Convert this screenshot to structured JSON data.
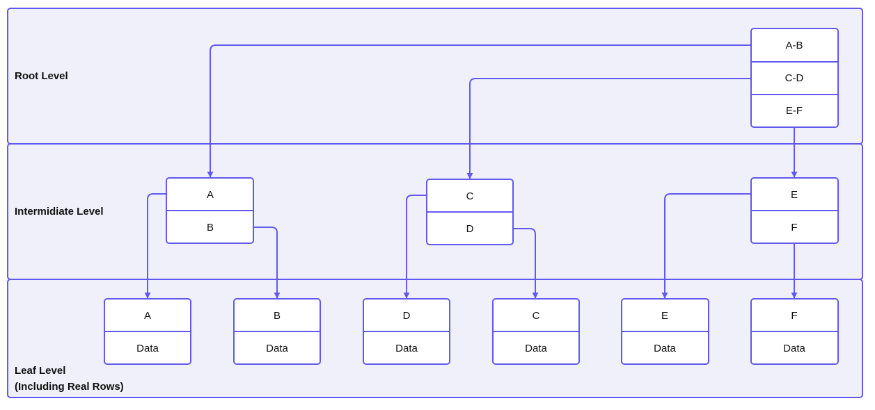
{
  "colors": {
    "accent": "#6259F0",
    "lane_fill": "#F0F0FB",
    "node_fill": "#FFFFFF",
    "text": "#111111"
  },
  "lanes": [
    {
      "label_lines": [
        "Root Level"
      ]
    },
    {
      "label_lines": [
        "Intermidiate Level"
      ]
    },
    {
      "label_lines": [
        "Leaf Level",
        "(Including Real Rows)"
      ]
    }
  ],
  "nodes": {
    "root": [
      "A-B",
      "C-D",
      "E-F"
    ],
    "inter_ab": [
      "A",
      "B"
    ],
    "inter_cd": [
      "C",
      "D"
    ],
    "inter_ef": [
      "E",
      "F"
    ],
    "leaf_a": [
      "A",
      "Data"
    ],
    "leaf_b": [
      "B",
      "Data"
    ],
    "leaf_d": [
      "D",
      "Data"
    ],
    "leaf_c": [
      "C",
      "Data"
    ],
    "leaf_e": [
      "E",
      "Data"
    ],
    "leaf_f": [
      "F",
      "Data"
    ]
  },
  "edges": [
    {
      "from": "root.A-B",
      "to": "inter_ab"
    },
    {
      "from": "root.C-D",
      "to": "inter_cd"
    },
    {
      "from": "root.E-F",
      "to": "inter_ef"
    },
    {
      "from": "inter_ab.A",
      "to": "leaf_a"
    },
    {
      "from": "inter_ab.B",
      "to": "leaf_b"
    },
    {
      "from": "inter_cd.C",
      "to": "leaf_d"
    },
    {
      "from": "inter_cd.D",
      "to": "leaf_c"
    },
    {
      "from": "inter_ef.E",
      "to": "leaf_e"
    },
    {
      "from": "inter_ef.F",
      "to": "leaf_f"
    }
  ]
}
